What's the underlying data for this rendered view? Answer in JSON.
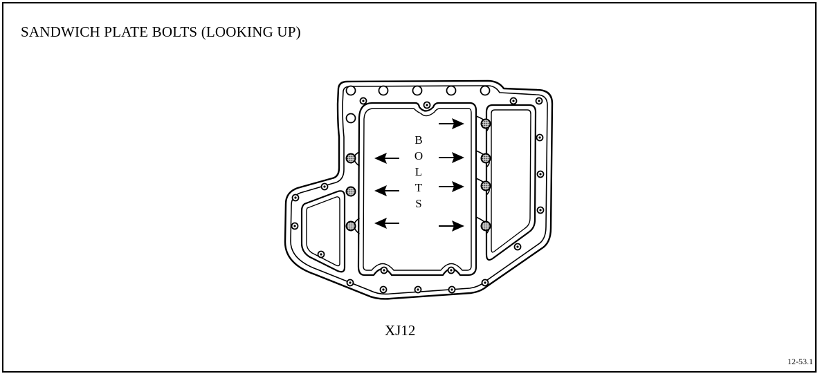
{
  "title": "SANDWICH PLATE BOLTS (LOOKING UP)",
  "label_letters": [
    "B",
    "O",
    "L",
    "T",
    "S"
  ],
  "caption": "XJ12",
  "reference": "12-53.1",
  "colors": {
    "ink": "#000000",
    "bolt_fill": "#9a9a9a",
    "background": "#ffffff"
  }
}
